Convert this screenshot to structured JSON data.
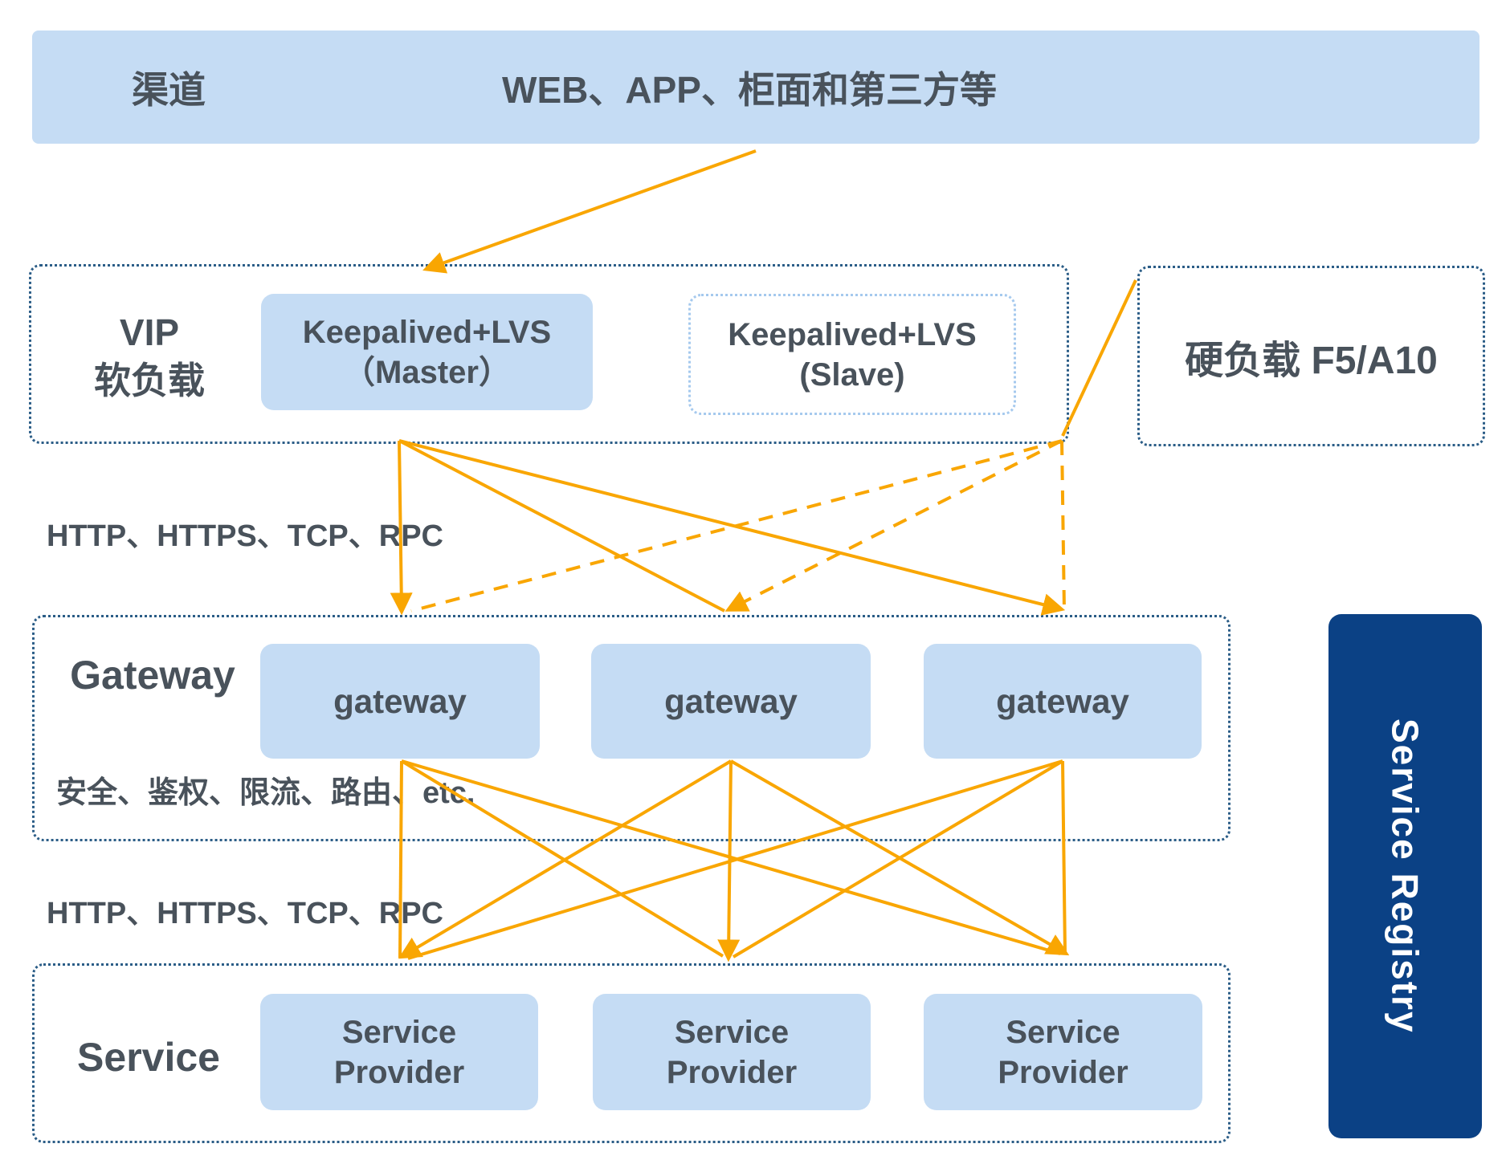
{
  "channel": {
    "label": "渠道",
    "content": "WEB、APP、柜面和第三方等"
  },
  "vip": {
    "label_line1": "VIP",
    "label_line2": "软负载",
    "master": {
      "line1": "Keepalived+LVS",
      "line2": "（Master）"
    },
    "slave": {
      "line1": "Keepalived+LVS",
      "line2": "(Slave)"
    }
  },
  "hard_load": {
    "label": "硬负载 F5/A10"
  },
  "labels": {
    "protocol_top": "HTTP、HTTPS、TCP、RPC",
    "gateway_features": "安全、鉴权、限流、路由、etc.",
    "protocol_bottom": "HTTP、HTTPS、TCP、RPC"
  },
  "gateway": {
    "title": "Gateway",
    "nodes": [
      "gateway",
      "gateway",
      "gateway"
    ]
  },
  "service": {
    "title": "Service",
    "nodes": [
      {
        "line1": "Service",
        "line2": "Provider"
      },
      {
        "line1": "Service",
        "line2": "Provider"
      },
      {
        "line1": "Service",
        "line2": "Provider"
      }
    ]
  },
  "registry": {
    "label": "Service Registry"
  },
  "colors": {
    "box_fill": "#c5dcf4",
    "container_border": "#2b5d87",
    "slave_border": "#a5c9ee",
    "arrow": "#F9A602",
    "registry_bg": "#0b4185",
    "text": "#49525b",
    "registry_text": "#ffffff"
  },
  "connections": [
    {
      "from": "channel-bar",
      "to": "vip-container",
      "style": "solid-arrow"
    },
    {
      "from": "hard-load-f5",
      "to": "vip-slave-corner",
      "style": "solid-line"
    },
    {
      "from": "keepalived-master",
      "to": "gateway-1",
      "style": "solid-arrow"
    },
    {
      "from": "keepalived-master",
      "to": "gateway-2",
      "style": "solid-arrow"
    },
    {
      "from": "keepalived-master",
      "to": "gateway-3",
      "style": "solid-arrow"
    },
    {
      "from": "keepalived-slave",
      "to": "gateway-1",
      "style": "dashed-arrow"
    },
    {
      "from": "keepalived-slave",
      "to": "gateway-2",
      "style": "dashed-arrow"
    },
    {
      "from": "keepalived-slave",
      "to": "gateway-3",
      "style": "dashed-arrow"
    },
    {
      "from": "gateway-1",
      "to": "service-provider-1",
      "style": "solid-arrow"
    },
    {
      "from": "gateway-1",
      "to": "service-provider-2",
      "style": "solid-arrow"
    },
    {
      "from": "gateway-1",
      "to": "service-provider-3",
      "style": "solid-arrow"
    },
    {
      "from": "gateway-2",
      "to": "service-provider-1",
      "style": "solid-arrow"
    },
    {
      "from": "gateway-2",
      "to": "service-provider-2",
      "style": "solid-arrow"
    },
    {
      "from": "gateway-2",
      "to": "service-provider-3",
      "style": "solid-arrow"
    },
    {
      "from": "gateway-3",
      "to": "service-provider-1",
      "style": "solid-arrow"
    },
    {
      "from": "gateway-3",
      "to": "service-provider-2",
      "style": "solid-arrow"
    },
    {
      "from": "gateway-3",
      "to": "service-provider-3",
      "style": "solid-arrow"
    }
  ]
}
